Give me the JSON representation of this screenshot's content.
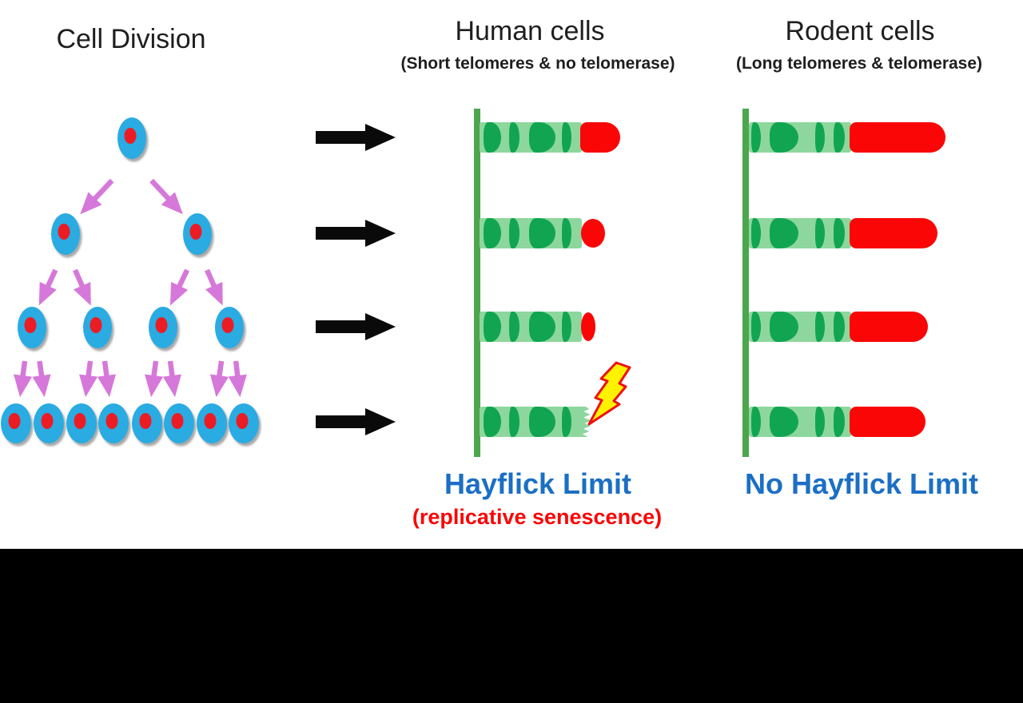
{
  "colors": {
    "background": "#ffffff",
    "footer_bar": "#000000",
    "cell_body_blue": "#29abe2",
    "cell_nucleus_red": "#ec1c24",
    "division_arrow_pink": "#d678d9",
    "flow_arrow_black": "#0a0a0a",
    "stem_line_green": "#4ca64c",
    "chromosome_light_green": "#8dd79e",
    "chromosome_band_green": "#12a551",
    "telomere_red": "#fa0606",
    "caption_blue": "#1b6fc4",
    "caption_red": "#fa0505",
    "lightning_yellow": "#fff200",
    "lightning_outline_red": "#ee1111",
    "title_black": "#1e1e1e"
  },
  "cell_division": {
    "title": "Cell Division",
    "generations": [
      {
        "cells": 1
      },
      {
        "cells": 2
      },
      {
        "cells": 4
      },
      {
        "cells": 8
      }
    ]
  },
  "flow_arrows": {
    "count": 4
  },
  "human_column": {
    "title": "Human cells",
    "subtitle": "(Short telomeres & no telomerase)",
    "chromosome_rows": [
      {
        "telomere": "long",
        "cap_width": 50,
        "cap_shape": "stadium"
      },
      {
        "telomere": "shorter",
        "cap_width": 30,
        "cap_shape": "ellipse"
      },
      {
        "telomere": "shortest",
        "cap_width": 18,
        "cap_shape": "ellipse"
      },
      {
        "telomere": "lost",
        "cap_width": 0,
        "cap_shape": "frayed",
        "damage_flash": true
      }
    ],
    "caption": "Hayflick Limit",
    "subcaption": "(replicative senescence)"
  },
  "rodent_column": {
    "title": "Rodent cells",
    "subtitle": "(Long telomeres & telomerase)",
    "chromosome_rows": [
      {
        "telomere": "long",
        "cap_width": 120,
        "cap_shape": "stadium"
      },
      {
        "telomere": "long",
        "cap_width": 110,
        "cap_shape": "stadium"
      },
      {
        "telomere": "long",
        "cap_width": 98,
        "cap_shape": "stadium"
      },
      {
        "telomere": "long",
        "cap_width": 95,
        "cap_shape": "stadium"
      }
    ],
    "caption": "No Hayflick Limit"
  }
}
